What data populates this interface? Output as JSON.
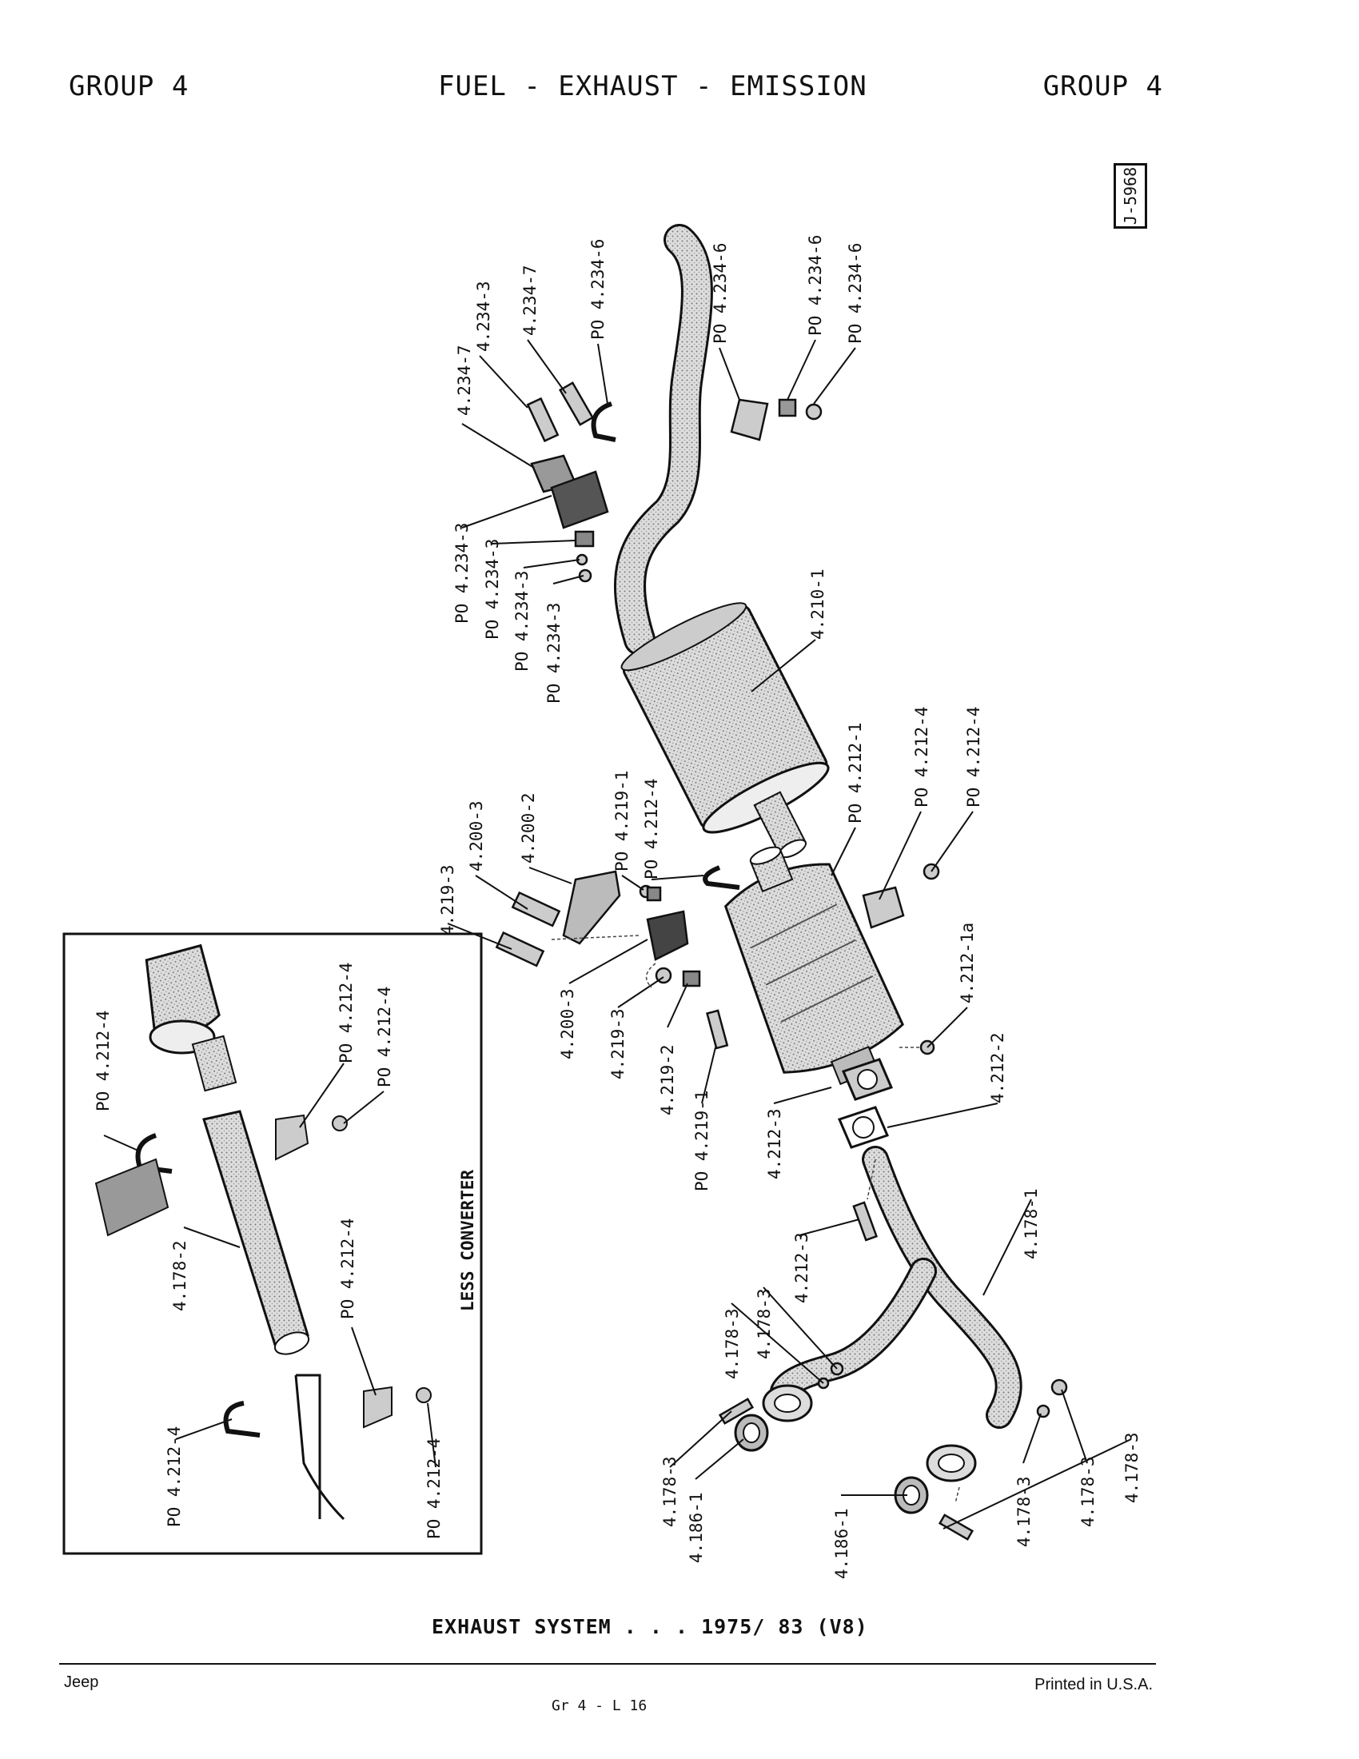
{
  "header": {
    "left": "GROUP 4",
    "center": "FUEL - EXHAUST - EMISSION",
    "right": "GROUP 4"
  },
  "figure_id": "J-5968",
  "inset": {
    "title": "LESS CONVERTER",
    "labels": [
      "PO 4.212-4",
      "PO 4.212-4",
      "PO 4.212-4",
      "4.178-2",
      "PO 4.212-4",
      "PO 4.212-4",
      "PO 4.212-4"
    ]
  },
  "labels": [
    "4.234-7",
    "4.234-3",
    "4.234-7",
    "PO 4.234-6",
    "PO 4.234-6",
    "PO 4.234-6",
    "PO 4.234-6",
    "PO 4.234-3",
    "PO 4.234-3",
    "PO 4.234-3",
    "PO 4.234-3",
    "4.210-1",
    "4.219-3",
    "4.200-3",
    "4.200-2",
    "PO 4.219-1",
    "PO 4.212-4",
    "PO 4.212-1",
    "PO 4.212-4",
    "PO 4.212-4",
    "4.200-3",
    "4.219-3",
    "4.219-2",
    "PO 4.219-1",
    "4.212-1a",
    "4.212-2",
    "4.212-3",
    "4.212-3",
    "4.178-1",
    "4.178-3",
    "4.178-3",
    "4.178-3",
    "4.186-1",
    "4.186-1",
    "4.178-3",
    "4.178-3",
    "4.178-3"
  ],
  "caption": "EXHAUST SYSTEM . . . 1975/ 83 (V8)",
  "footer": {
    "left": "Jeep",
    "center": "Gr 4 - L 16",
    "right": "Printed in U.S.A."
  }
}
